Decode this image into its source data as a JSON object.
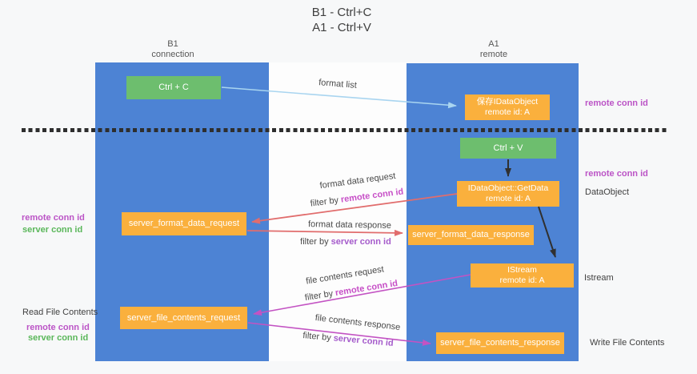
{
  "title": {
    "line1": "B1 - Ctrl+C",
    "line2": "A1 - Ctrl+V"
  },
  "lanes": {
    "left": {
      "name": "B1",
      "role": "connection"
    },
    "right": {
      "name": "A1",
      "role": "remote"
    }
  },
  "nodes": {
    "ctrl_c": {
      "label": "Ctrl + C"
    },
    "ctrl_v": {
      "label": "Ctrl + V"
    },
    "save_dataobject": {
      "line1": "保存IDataObject",
      "line2": "remote id: A"
    },
    "getdata": {
      "line1": "IDataObject::GetData",
      "line2": "remote id: A"
    },
    "istream": {
      "line1": "IStream",
      "line2": "remote id: A"
    },
    "server_format_data_request": {
      "label": "server_format_data_request"
    },
    "server_format_data_response": {
      "label": "server_format_data_response"
    },
    "server_file_contents_request": {
      "label": "server_file_contents_request"
    },
    "server_file_contents_response": {
      "label": "server_file_contents_response"
    }
  },
  "arrow_labels": {
    "format_list": "format list",
    "format_data_request": "format data request",
    "format_data_response": "format data response",
    "file_contents_request": "file contents request",
    "file_contents_response": "file contents response",
    "filter_prefix": "filter by",
    "remote_conn_id": "remote conn id",
    "server_conn_id": "server conn id"
  },
  "side_labels": {
    "left_top_remote": "remote conn id",
    "left_top_server": "server conn id",
    "read_file_contents": "Read File Contents",
    "left_bottom_remote": "remote conn id",
    "left_bottom_server": "server conn id",
    "right_top_remote": "remote conn id",
    "right_mid_remote": "remote conn id",
    "dataobject": "DataObject",
    "istream": "Istream",
    "write_file_contents": "Write File Contents"
  },
  "colors": {
    "lane_blue": "#4d83d4",
    "box_green": "#6dbe6e",
    "box_orange": "#fab03d",
    "magenta_text": "#bb54c6",
    "green_text": "#5ab75a",
    "arrow_red": "#e16d6d",
    "arrow_magenta": "#c353c3",
    "arrow_lightblue": "#a9d5f0",
    "arrow_black": "#303030"
  }
}
